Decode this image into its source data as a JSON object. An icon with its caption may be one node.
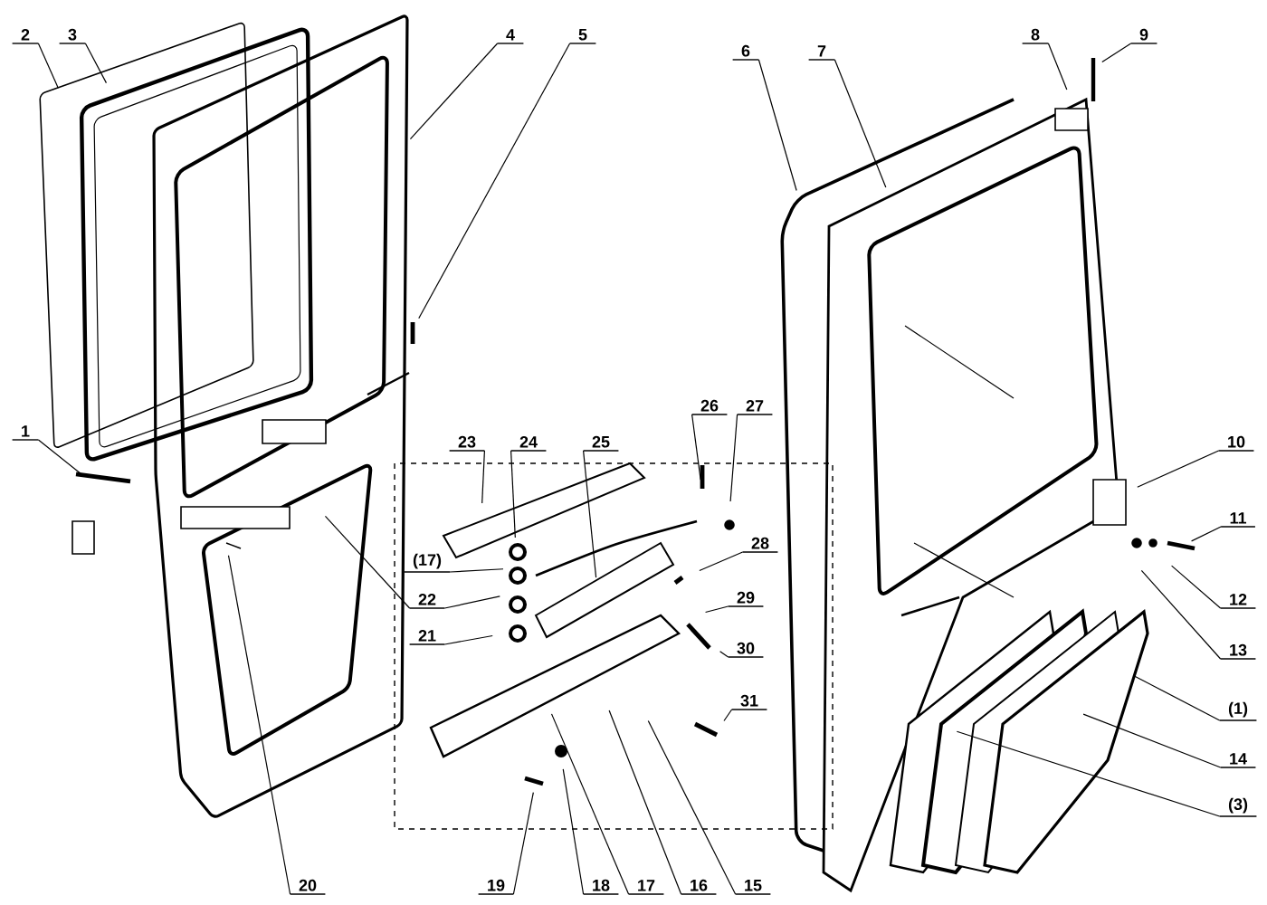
{
  "diagram": {
    "nodes": [
      {
        "text": [
          "2"
        ]
      },
      {
        "text": [
          "3"
        ]
      },
      {
        "text": [
          "4"
        ]
      },
      {
        "text": [
          "5"
        ]
      },
      {
        "text": [
          "6"
        ]
      },
      {
        "text": [
          "7"
        ]
      },
      {
        "text": [
          "8"
        ]
      },
      {
        "text": [
          "9"
        ]
      },
      {
        "text": [
          "1"
        ]
      },
      {
        "text": [
          "23"
        ]
      },
      {
        "text": [
          "24"
        ]
      },
      {
        "text": [
          "25"
        ]
      },
      {
        "text": [
          "26"
        ]
      },
      {
        "text": [
          "27"
        ]
      },
      {
        "text": [
          "10"
        ]
      },
      {
        "text": [
          "11"
        ]
      },
      {
        "text": [
          "(17)"
        ]
      },
      {
        "text": [
          "22"
        ]
      },
      {
        "text": [
          "28"
        ]
      },
      {
        "text": [
          "12"
        ]
      },
      {
        "text": [
          "21"
        ]
      },
      {
        "text": [
          "29"
        ]
      },
      {
        "text": [
          "13"
        ]
      },
      {
        "text": [
          "30"
        ]
      },
      {
        "text": [
          "(1)"
        ]
      },
      {
        "text": [
          "31"
        ]
      },
      {
        "text": [
          "14"
        ]
      },
      {
        "text": [
          "(3)"
        ]
      },
      {
        "text": [
          "20"
        ]
      },
      {
        "text": [
          "19"
        ]
      },
      {
        "text": [
          "18"
        ]
      },
      {
        "text": [
          "17"
        ]
      },
      {
        "text": [
          "16"
        ]
      },
      {
        "text": [
          "15"
        ]
      }
    ],
    "edges": [
      {
        "from": 0,
        "to": null,
        "arrow": "none"
      },
      {
        "from": 1,
        "to": null,
        "arrow": "none"
      },
      {
        "from": 2,
        "to": null,
        "arrow": "none"
      },
      {
        "from": 3,
        "to": null,
        "arrow": "none"
      },
      {
        "from": 4,
        "to": null,
        "arrow": "none"
      },
      {
        "from": 5,
        "to": null,
        "arrow": "none"
      },
      {
        "from": 6,
        "to": null,
        "arrow": "none"
      },
      {
        "from": 7,
        "to": null,
        "arrow": "none"
      },
      {
        "from": 8,
        "to": null,
        "arrow": "none"
      },
      {
        "from": 9,
        "to": null,
        "arrow": "none"
      },
      {
        "from": 10,
        "to": null,
        "arrow": "none"
      },
      {
        "from": 11,
        "to": null,
        "arrow": "none"
      },
      {
        "from": 12,
        "to": null,
        "arrow": "none"
      },
      {
        "from": 13,
        "to": null,
        "arrow": "none"
      },
      {
        "from": 14,
        "to": null,
        "arrow": "none"
      },
      {
        "from": 15,
        "to": null,
        "arrow": "none"
      },
      {
        "from": 16,
        "to": null,
        "arrow": "none"
      },
      {
        "from": 17,
        "to": null,
        "arrow": "none"
      },
      {
        "from": 18,
        "to": null,
        "arrow": "none"
      },
      {
        "from": 19,
        "to": null,
        "arrow": "none"
      },
      {
        "from": 20,
        "to": null,
        "arrow": "none"
      },
      {
        "from": 21,
        "to": null,
        "arrow": "none"
      },
      {
        "from": 22,
        "to": null,
        "arrow": "none"
      },
      {
        "from": 23,
        "to": null,
        "arrow": "none"
      },
      {
        "from": 24,
        "to": null,
        "arrow": "none"
      },
      {
        "from": 25,
        "to": null,
        "arrow": "none"
      },
      {
        "from": 26,
        "to": null,
        "arrow": "none"
      },
      {
        "from": 27,
        "to": null,
        "arrow": "none"
      },
      {
        "from": 28,
        "to": null,
        "arrow": "none"
      },
      {
        "from": 29,
        "to": null,
        "arrow": "none"
      },
      {
        "from": 30,
        "to": null,
        "arrow": "none"
      },
      {
        "from": 31,
        "to": null,
        "arrow": "none"
      },
      {
        "from": 32,
        "to": null,
        "arrow": "none"
      },
      {
        "from": 33,
        "to": null,
        "arrow": "none"
      },
      {
        "from": 17,
        "to": null,
        "arrow": "none"
      }
    ]
  }
}
